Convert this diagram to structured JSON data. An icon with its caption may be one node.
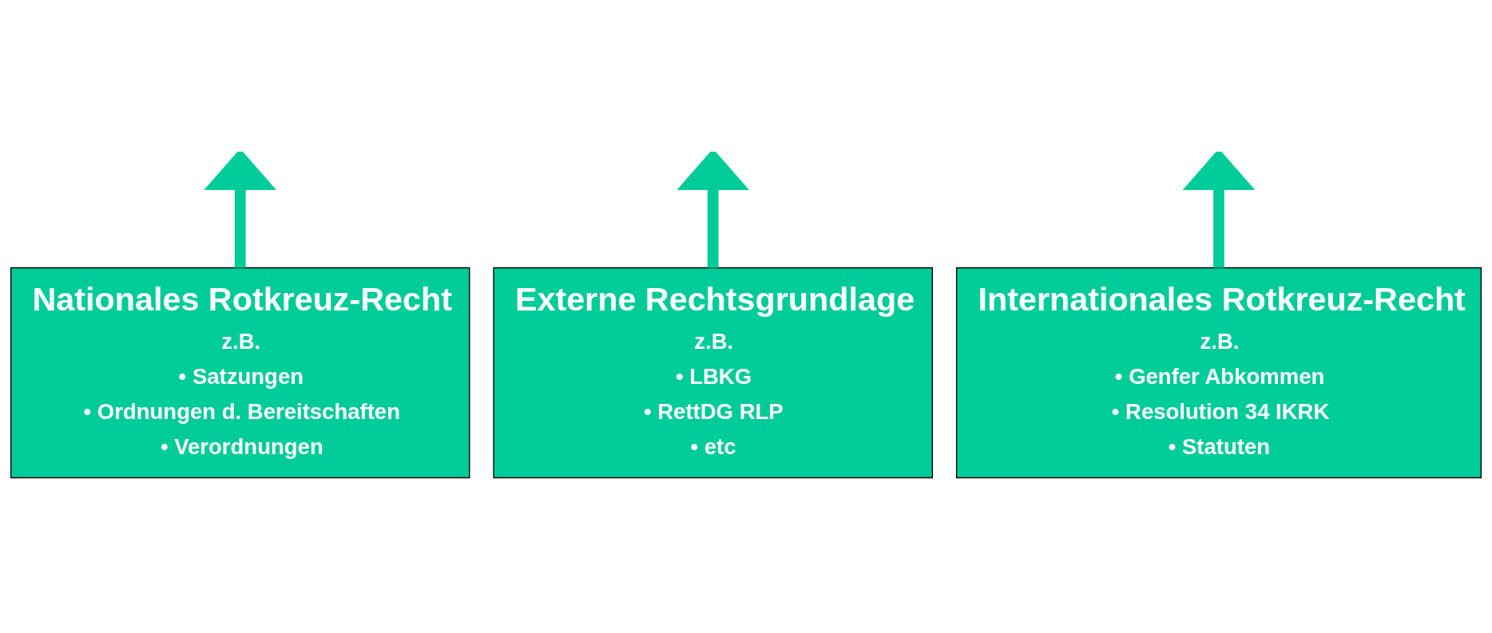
{
  "diagram": {
    "nodes": [
      {
        "text": [
          "Nationales Rotkreuz-Recht",
          "z.B.",
          "• Satzungen",
          "• Ordnungen d. Bereitschaften",
          "• Verordnungen"
        ]
      },
      {
        "text": [
          "Externe Rechtsgrundlage",
          "z.B.",
          "• LBKG",
          "• RettDG RLP",
          "• etc"
        ]
      },
      {
        "text": [
          "Internationales Rotkreuz-Recht",
          "z.B.",
          "• Genfer Abkommen",
          "• Resolution 34 IKRK",
          "• Statuten"
        ]
      }
    ],
    "edges": [
      {
        "from": 0,
        "to": null,
        "arrow": "to"
      },
      {
        "from": 1,
        "to": null,
        "arrow": "to"
      },
      {
        "from": 2,
        "to": null,
        "arrow": "to"
      }
    ]
  }
}
